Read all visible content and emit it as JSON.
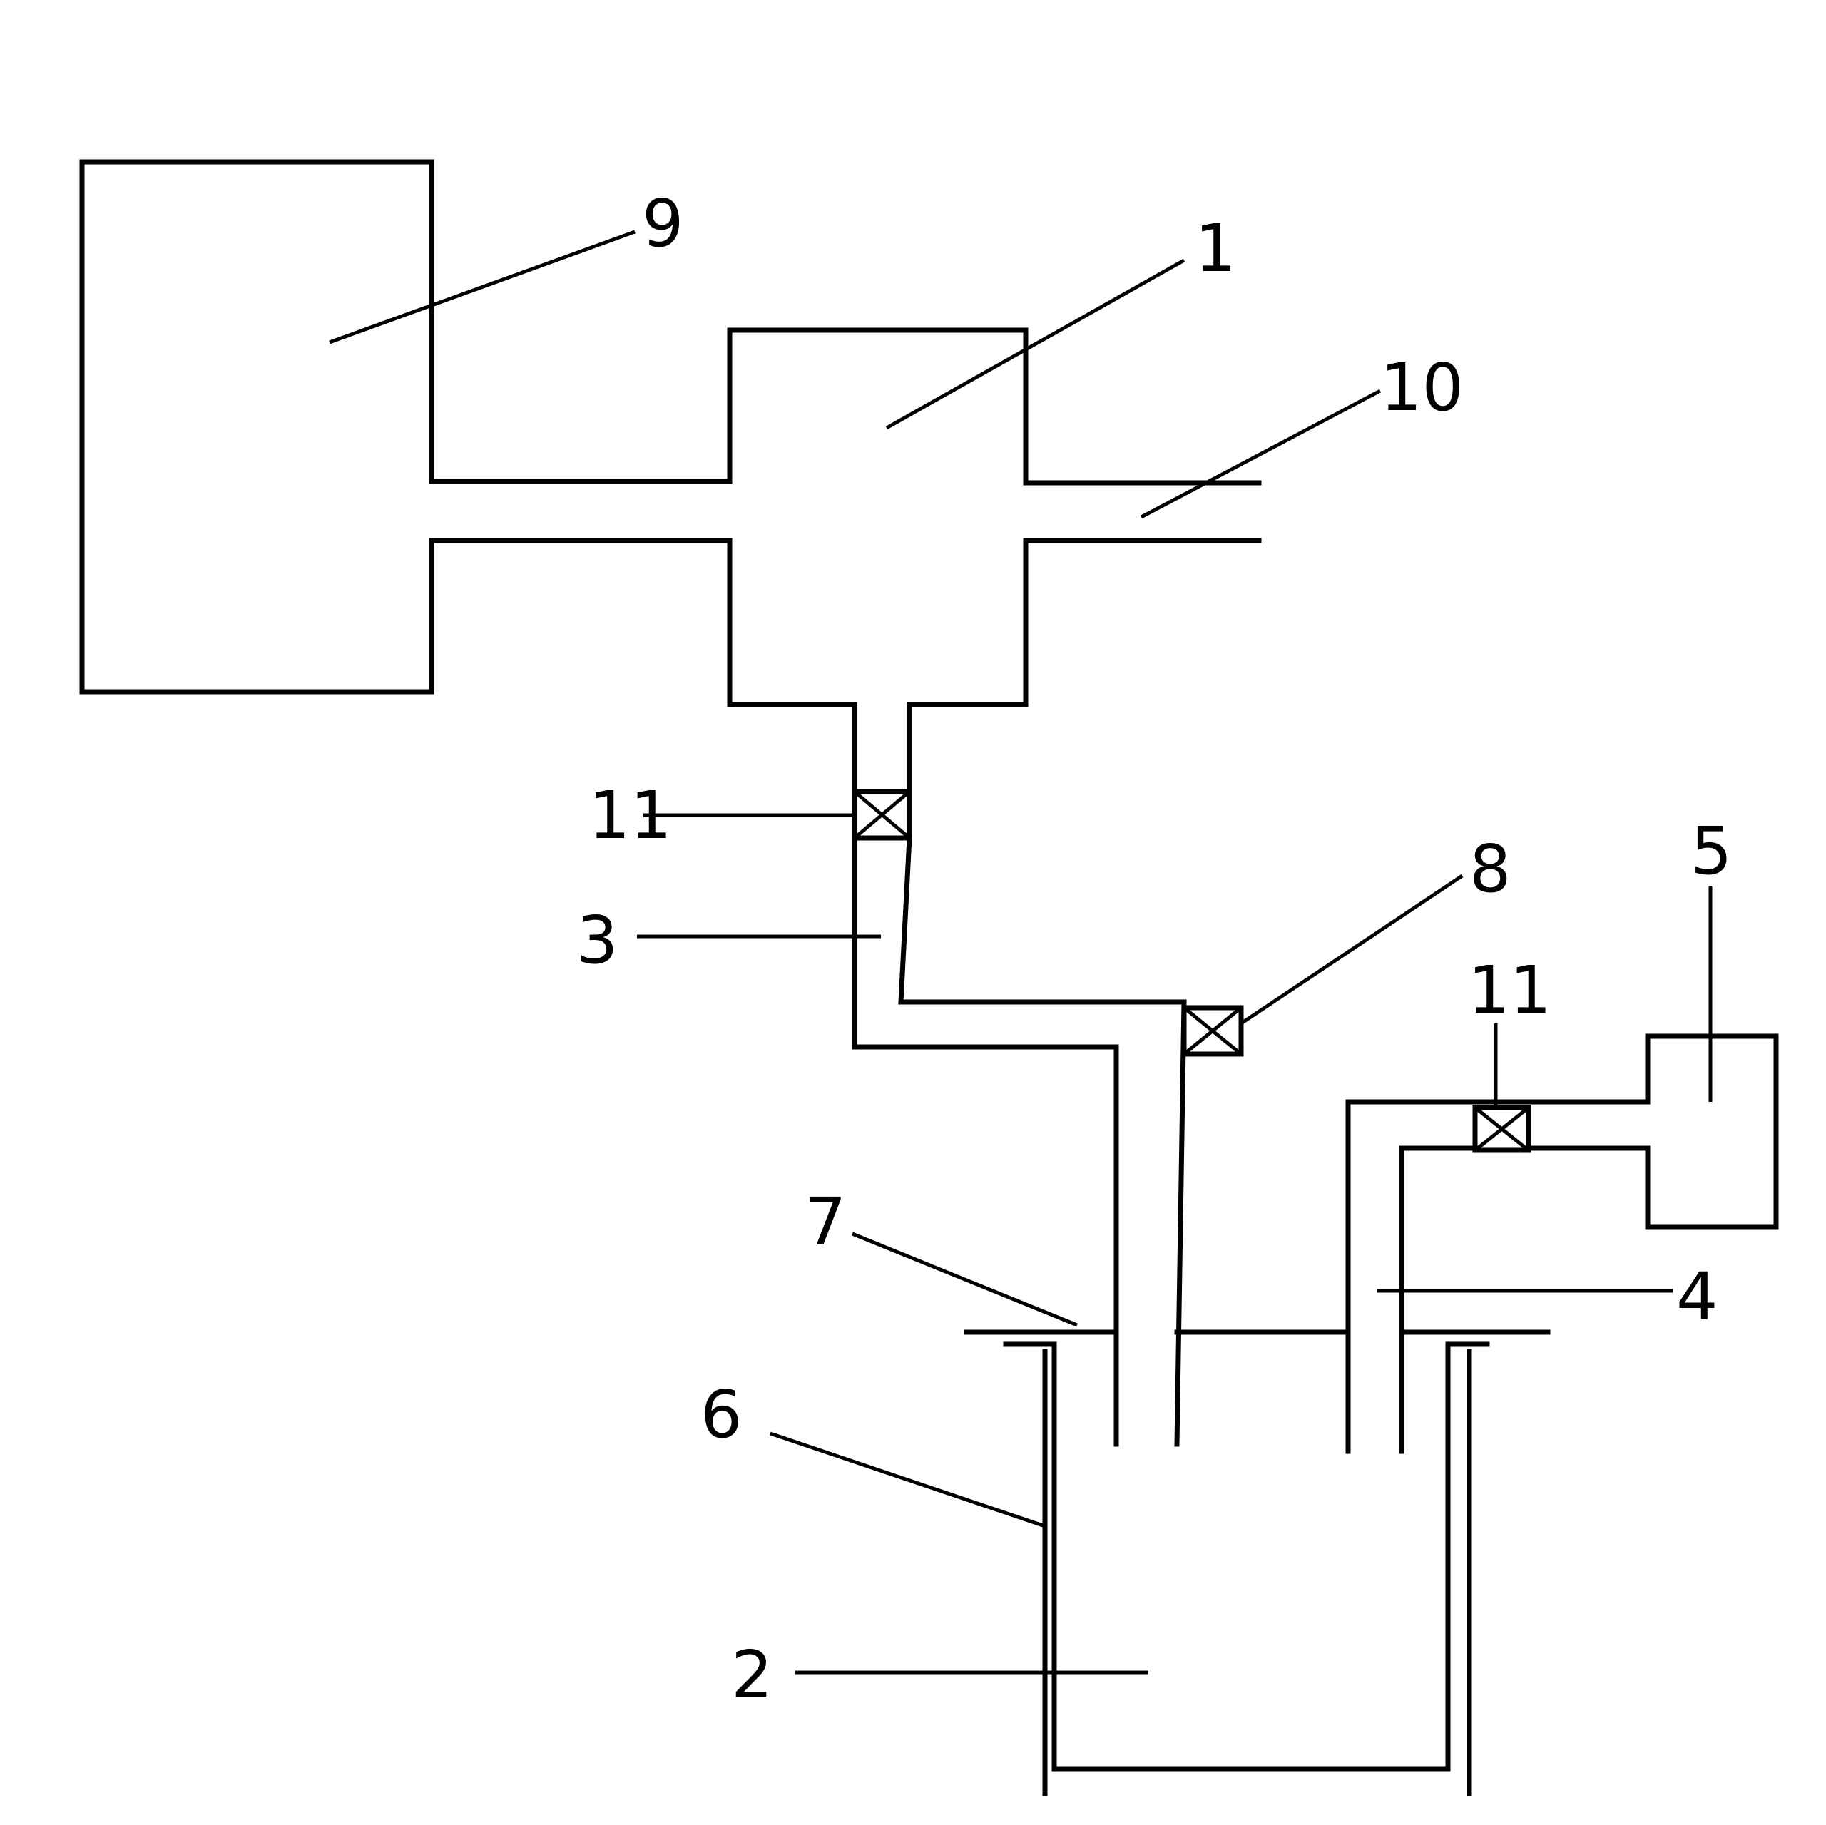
{
  "labels": {
    "l1": "1",
    "l2": "2",
    "l3": "3",
    "l4": "4",
    "l5": "5",
    "l6": "6",
    "l7": "7",
    "l8": "8",
    "l9": "9",
    "l10": "10",
    "l11a": "11",
    "l11b": "11"
  },
  "colors": {
    "stroke": "#000000",
    "background": "#ffffff"
  }
}
